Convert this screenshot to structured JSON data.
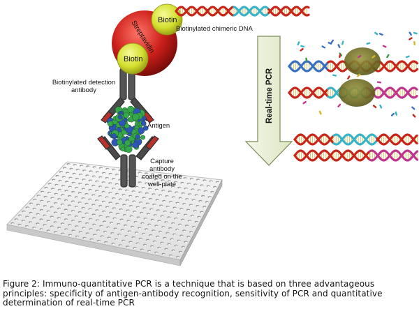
{
  "labels": {
    "biotin_top": "Biotin",
    "biotin_bottom": "Biotin",
    "streptavidin": "Streptavidin",
    "biotinylated_dna": "Biotinylated chimeric DNA",
    "detection_antibody": "Biotinylated detection antibody",
    "antigen": "Antigen",
    "capture_antibody": "Capture antibody coated on the well-plate",
    "real_time_pcr": "Real-time PCR"
  },
  "caption": "Figure 2: Immuno-quantitative PCR is a technique that is based on three advantageous principles: specificity of antigen-antibody recognition, sensitivity of PCR and quantitative determination of real-time PCR",
  "colors": {
    "streptavidin": "#cc1f1a",
    "biotin": "#d4df2e",
    "dna_red": "#c8261b",
    "dna_blue": "#3a6fc1",
    "dna_cyan": "#38b3c8",
    "dna_magenta": "#c0348e",
    "antibody": "#3a3a3a",
    "antigen_green": "#35a84a",
    "antigen_blue": "#2e56b8",
    "arrow_fill": "#e9efd6",
    "probe_olive": "#6a6a1a"
  }
}
